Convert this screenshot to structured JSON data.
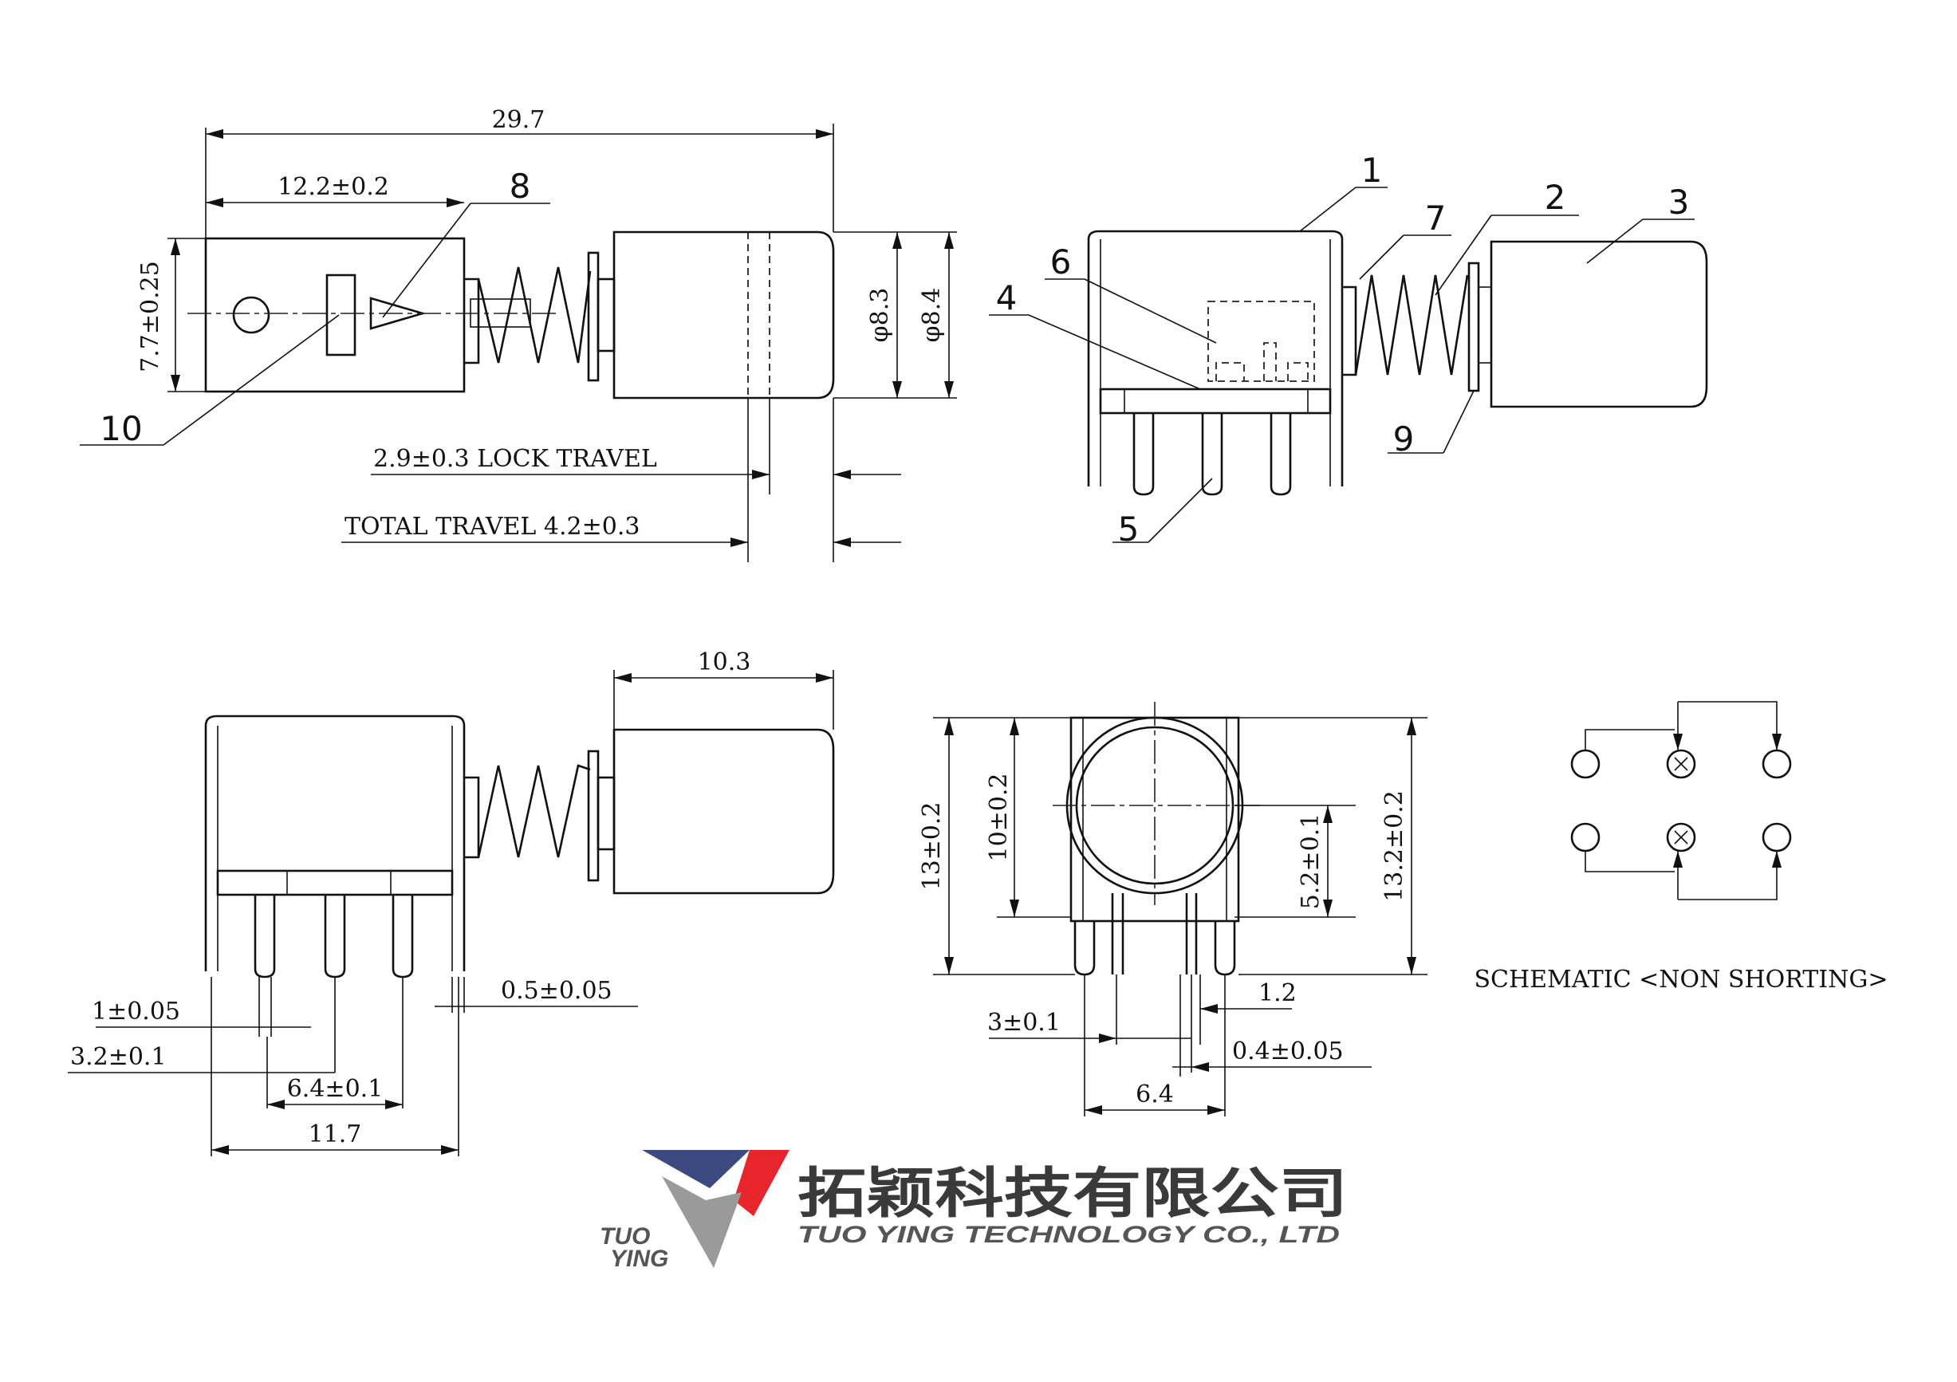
{
  "dimensions": {
    "overall_length": "29.7",
    "body_length": "12.2±0.2",
    "body_height": "7.7±0.25",
    "cap_dia_small": "φ8.3",
    "cap_dia_large": "φ8.4",
    "lock_travel": "2.9±0.3 LOCK TRAVEL",
    "total_travel": "TOTAL TRAVEL 4.2±0.3",
    "cap_length": "10.3",
    "pin_width": "1±0.05",
    "pin_offset": "3.2±0.1",
    "pin_spacing": "6.4±0.1",
    "base_width": "11.7",
    "pin_thickness": "0.5±0.05",
    "front_height": "13±0.2",
    "front_center_height": "10±0.2",
    "front_side_height": "5.2±0.1",
    "front_total_height": "13.2±0.2",
    "front_pin_offset": "3±0.1",
    "front_pin_pitch": "1.2",
    "front_pin_thick": "0.4±0.05",
    "front_base_width": "6.4"
  },
  "callouts": [
    "1",
    "2",
    "3",
    "4",
    "5",
    "6",
    "7",
    "8",
    "9",
    "10"
  ],
  "schematic": {
    "caption": "SCHEMATIC <NON SHORTING>"
  },
  "logo": {
    "mark_text_line1": "TUO",
    "mark_text_line2": "YING",
    "company_cn": "拓颖科技有限公司",
    "company_en": "TUO YING TECHNOLOGY CO., LTD",
    "colors": {
      "blue": "#3d4a82",
      "red": "#e8242c",
      "gray": "#9a9a9a"
    }
  }
}
